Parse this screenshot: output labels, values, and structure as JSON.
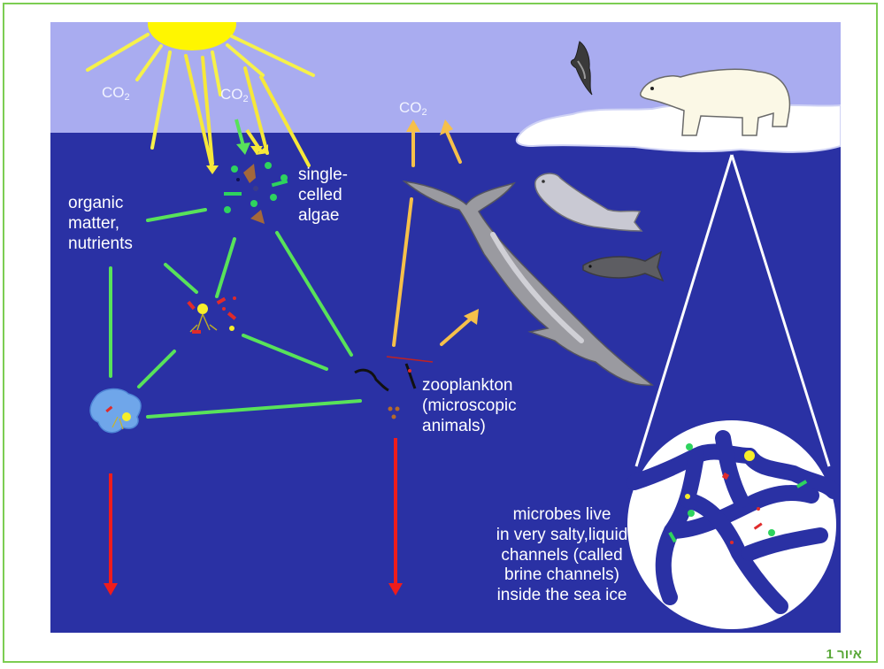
{
  "labels": {
    "co2_main": "CO",
    "co2_sub": "2",
    "organic_matter": "organic\nmatter,\nnutrients",
    "algae": "single-\ncelled\nalgae",
    "zooplankton": "zooplankton\n(microscopic\nanimals)",
    "microbes": "microbes live\nin very salty,liquid\nchannels (called\nbrine channels)\ninside the sea ice"
  },
  "caption": "איור 1",
  "colors": {
    "sky": "#a9acf0",
    "ocean": "#2a31a4",
    "sun": "#fff600",
    "flow_green": "#58e25a",
    "flow_yellow": "#f6e83a",
    "flow_orange": "#f6c04a",
    "sink_red": "#ef1c1c",
    "ice": "#ffffff",
    "frame_border": "#7ccd52"
  },
  "icons": [
    "sun-icon",
    "bird-icon",
    "polar-bear-icon",
    "seal-icon",
    "whale-icon",
    "fish-icon",
    "algae-cluster-icon",
    "microbe-cluster-icon",
    "detritus-blob-icon",
    "zooplankton-icon",
    "brine-channel-zoom-icon"
  ]
}
